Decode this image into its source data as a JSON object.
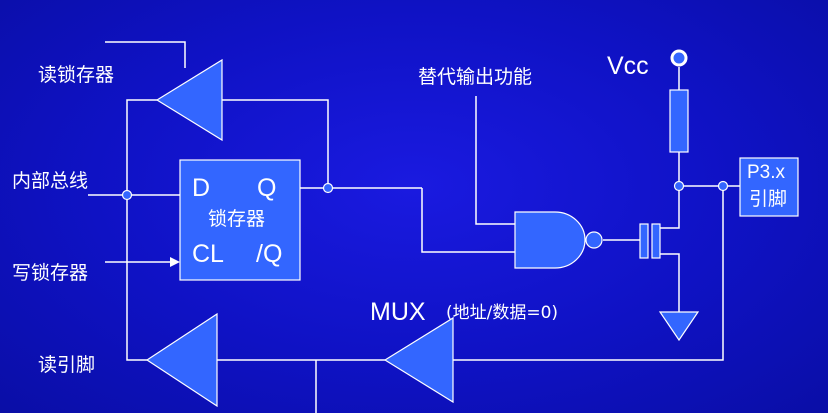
{
  "labels": {
    "read_latch": "读锁存器",
    "internal_bus": "内部总线",
    "write_latch": "写锁存器",
    "read_pin": "读引脚",
    "alt_output": "替代输出功能",
    "vcc": "Vcc",
    "pin_name": "P3.x",
    "pin_suffix": "引脚",
    "mux": "MUX",
    "mux_note": "(地址/数据=0)"
  },
  "latch": {
    "d": "D",
    "q": "Q",
    "name": "锁存器",
    "cl": "CL",
    "qbar": "/Q"
  },
  "colors": {
    "background": "#1010d0",
    "component_fill": "#3366ff",
    "wire": "#ffffff"
  }
}
